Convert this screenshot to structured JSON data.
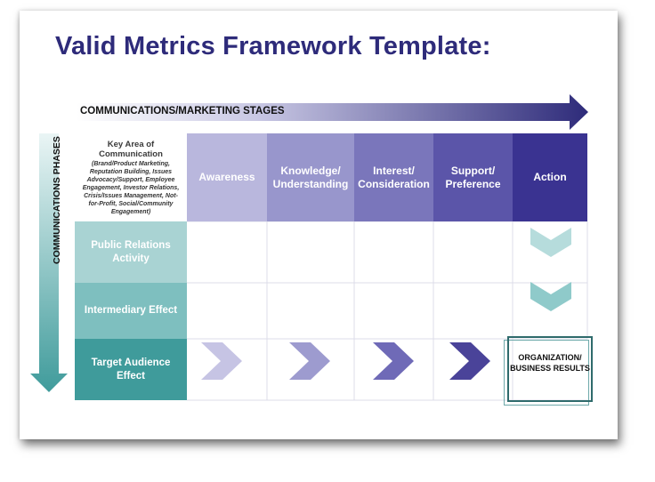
{
  "title": "Valid Metrics Framework Template:",
  "stages_label": "COMMUNICATIONS/MARKETING STAGES",
  "phases_label": "COMMUNICATIONS PHASES",
  "key_area": {
    "title": "Key Area of Communication",
    "subtitle": "(Brand/Product Marketing, Reputation Building, Issues Advocacy/Support, Employee Engagement, Investor Relations, Crisis/Issues Management, Not-for-Profit, Social/Community Engagement)"
  },
  "stages": [
    {
      "label": "Awareness",
      "color": "#b9b7dd"
    },
    {
      "label": "Knowledge/ Understanding",
      "color": "#9896cc"
    },
    {
      "label": "Interest/ Consideration",
      "color": "#7a76bb"
    },
    {
      "label": "Support/ Preference",
      "color": "#5b55a9"
    },
    {
      "label": "Action",
      "color": "#3a3391"
    }
  ],
  "phases": [
    {
      "label": "Public Relations Activity",
      "color": "#a9d3d3"
    },
    {
      "label": "Intermediary Effect",
      "color": "#7ebfbf"
    },
    {
      "label": "Target Audience Effect",
      "color": "#3f9b9b"
    }
  ],
  "result": "ORGANIZATION/ BUSINESS RESULTS",
  "colors": {
    "title": "#2e2b7a",
    "grid": "#d6d6e6",
    "arrow_start": "#ffffff",
    "arrow_end": "#2e2b7a",
    "down_arrow_top": "#d7ecec",
    "down_arrow_bottom": "#3f9b9b",
    "chevron_down": "#8fcaca"
  }
}
